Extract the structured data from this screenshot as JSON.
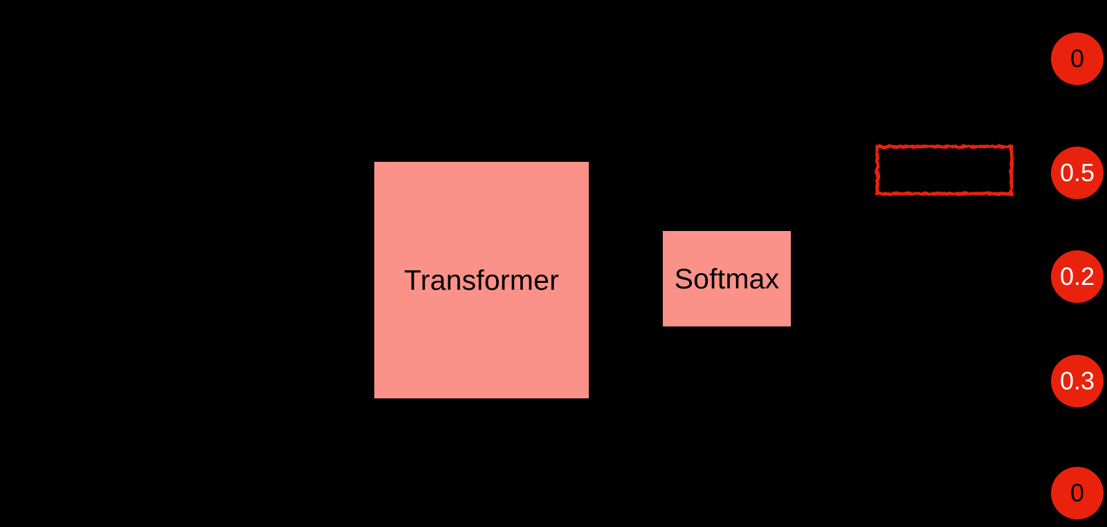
{
  "diagram": {
    "background_color": "#000000",
    "transformer_box": {
      "label": "Transformer",
      "fill": "#FB9289",
      "text_color": "#000000"
    },
    "softmax_box": {
      "label": "Softmax",
      "fill": "#FB9289",
      "text_color": "#000000"
    },
    "highlight_box": {
      "stroke_color": "#E9220D",
      "style": "rough-hand-drawn-outline"
    },
    "probabilities": [
      {
        "label": "0",
        "fill": "#E9220D",
        "text_color": "#000000"
      },
      {
        "label": "0.5",
        "fill": "#E9220D",
        "text_color": "#FFFFFF"
      },
      {
        "label": "0.2",
        "fill": "#E9220D",
        "text_color": "#FFFFFF"
      },
      {
        "label": "0.3",
        "fill": "#E9220D",
        "text_color": "#FFFFFF"
      },
      {
        "label": "0",
        "fill": "#E9220D",
        "text_color": "#000000"
      }
    ]
  }
}
